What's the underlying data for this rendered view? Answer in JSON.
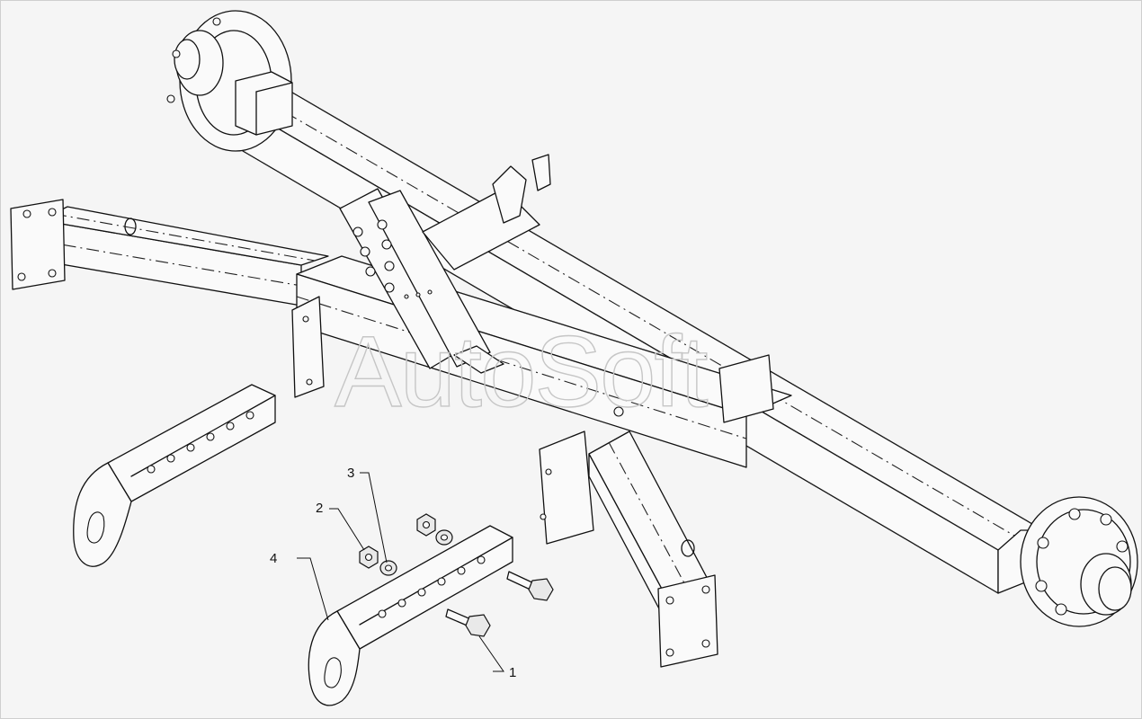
{
  "watermark": "AutoSoft",
  "callouts": [
    {
      "id": "1",
      "label": "1"
    },
    {
      "id": "2",
      "label": "2"
    },
    {
      "id": "3",
      "label": "3"
    },
    {
      "id": "4",
      "label": "4"
    }
  ]
}
